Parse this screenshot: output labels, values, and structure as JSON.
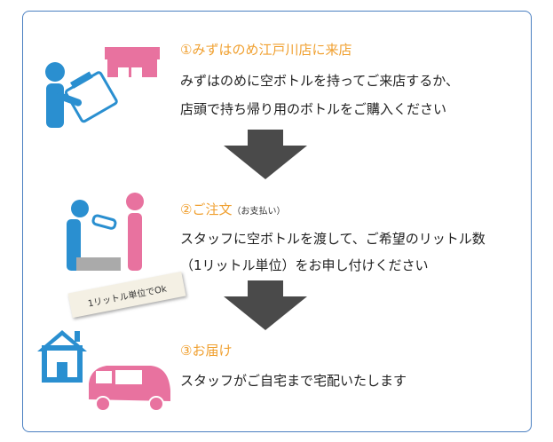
{
  "steps": [
    {
      "title": "①みずはのめ江戸川店に来店",
      "lines": [
        "みずはのめに空ボトルを持ってご来店するか、",
        "店頭で持ち帰り用のボトルをご購入ください"
      ]
    },
    {
      "title": "②ご注文",
      "note": "（お支払い）",
      "lines": [
        "スタッフに空ボトルを渡して、ご希望のリットル数",
        "（1リットル単位）をお申し付けください"
      ],
      "tag": "1リットル単位でOk"
    },
    {
      "title": "③お届け",
      "lines": [
        "スタッフがご自宅まで宅配いたします"
      ]
    }
  ],
  "colors": {
    "accent": "#f0a030",
    "blue": "#2a8fd0",
    "pink": "#e8729f",
    "arrow": "#4a4a4a"
  }
}
